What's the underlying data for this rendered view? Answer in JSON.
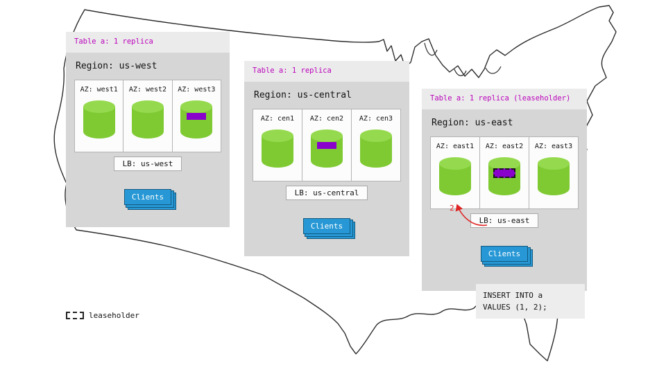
{
  "colors": {
    "magenta": "#bb00bb",
    "green": "#7fca33",
    "green-top": "#95da4e",
    "purple": "#8802cc",
    "blue": "#2798d5",
    "red": "#e02424",
    "panel-header": "#ebebeb",
    "panel-body": "#d6d6d6"
  },
  "regions": [
    {
      "table_label": "Table a: 1 replica",
      "region_label": "Region: us-west",
      "azs": [
        {
          "label": "AZ: west1"
        },
        {
          "label": "AZ: west2"
        },
        {
          "label": "AZ: west3"
        }
      ],
      "lb_label": "LB: us-west",
      "clients_label": "Clients"
    },
    {
      "table_label": "Table a: 1 replica",
      "region_label": "Region: us-central",
      "azs": [
        {
          "label": "AZ: cen1"
        },
        {
          "label": "AZ: cen2"
        },
        {
          "label": "AZ: cen3"
        }
      ],
      "lb_label": "LB: us-central",
      "clients_label": "Clients"
    },
    {
      "table_label": "Table a: 1 replica (leaseholder)",
      "region_label": "Region: us-east",
      "azs": [
        {
          "label": "AZ: east1"
        },
        {
          "label": "AZ: east2"
        },
        {
          "label": "AZ: east3"
        }
      ],
      "lb_label": "LB: us-east",
      "clients_label": "Clients"
    }
  ],
  "sql_note": {
    "line1": "INSERT INTO a",
    "line2": "VALUES (1, 2);"
  },
  "arrow_label": "2",
  "legend": {
    "label": "leaseholder"
  }
}
